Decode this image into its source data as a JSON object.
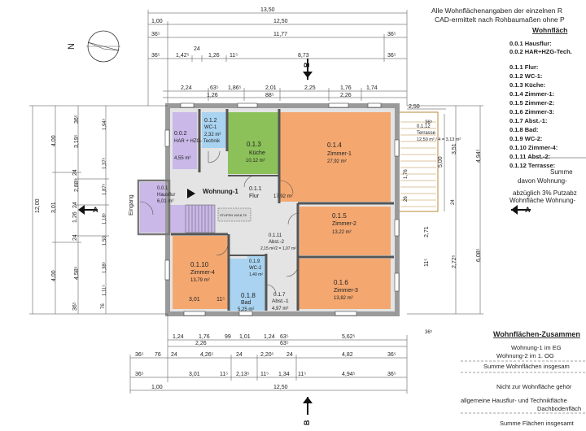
{
  "header": {
    "line1": "Alle Wohnflächenangaben der einzelnen R",
    "line2": "CAD-ermittelt nach Rohbaumaßen ohne P",
    "legend_title": "Wohnfläch"
  },
  "compass_label": "N",
  "section_marks": [
    "B",
    "B",
    "A",
    "A"
  ],
  "entrance_label": "Eingang",
  "apartment_label": "Wohnung-1",
  "top_dims": {
    "row1": [
      "13,50"
    ],
    "row2": [
      "1,00",
      "12,50"
    ],
    "row3": [
      "36⁵",
      "11,77",
      "36⁵"
    ],
    "row4": [
      "36⁵",
      "1,42⁵",
      "24",
      "1,26",
      "11⁵",
      "8,73",
      "36⁵"
    ],
    "row5": [
      "2,24",
      "63⁵",
      "1,86⁵",
      "2,01",
      "2,25",
      "1,76",
      "1,74"
    ],
    "row6": [
      "1,26",
      "88⁵",
      "2,26"
    ]
  },
  "bottom_dims": {
    "row1": [
      "1,24",
      "1,76",
      "99",
      "1,01",
      "1,24",
      "63⁵",
      "5,62⁵"
    ],
    "row2": [
      "2,26",
      "63⁵"
    ],
    "row3": [
      "36⁵",
      "76",
      "24",
      "4,26⁵",
      "24",
      "2,20⁵",
      "24",
      "4,82",
      "36⁵"
    ],
    "row4": [
      "36⁵",
      "3,01",
      "11⁵",
      "2,13⁵",
      "11⁵",
      "1,34",
      "11⁵",
      "4,94⁵",
      "36⁵"
    ],
    "row5": [
      "1,00",
      "12,50"
    ]
  },
  "left_dims": {
    "total": "12,00",
    "col1": [
      "4,00",
      "3,01",
      "4,00"
    ],
    "col2": [
      "36⁵",
      "3,19⁵",
      "24",
      "2,88⁵",
      "24",
      "1,26",
      "24",
      "4,58⁵",
      "36⁵"
    ],
    "col3": [
      "1,94⁵",
      "1,37⁵",
      "1,87⁵",
      "1,18⁵",
      "1,50",
      "1,38⁵",
      "1,11⁵",
      "76"
    ]
  },
  "right_dims": {
    "col1": [
      "2,50",
      "5,00"
    ],
    "col2": [
      "3,51",
      "1,76",
      "26",
      "2,71",
      "11⁵",
      "2,72⁵"
    ],
    "col3": [
      "4,94⁵",
      "24",
      "6,08⁵",
      "36⁵",
      "36⁵"
    ]
  },
  "rooms": [
    {
      "id": "0.0.2",
      "name": "HAR + HZG- Technik",
      "area": "4,55 m²",
      "color": "#c9b8e8"
    },
    {
      "id": "0.1.2",
      "name": "WC-1",
      "area": "2,32 m²",
      "color": "#a9d3f0"
    },
    {
      "id": "0.1.3",
      "name": "Küche",
      "area": "10,12 m²",
      "color": "#8cc15a"
    },
    {
      "id": "0.1.4",
      "name": "Zimmer-1",
      "area": "27,92 m²",
      "color": "#f4a870"
    },
    {
      "id": "0.1.12",
      "name": "Terrasse",
      "area": "12,50 m² / 4 = 3,13 m²",
      "color": "#ffffff"
    },
    {
      "id": "0.0.1",
      "name": "Hausflur",
      "area": "6,01 m²",
      "color": "#c9b8e8"
    },
    {
      "id": "0.1.1",
      "name": "Flur",
      "area": "17,92 m²",
      "color": "#d9d9d9"
    },
    {
      "id": "0.1.5",
      "name": "Zimmer-2",
      "area": "13,22 m²",
      "color": "#f4a870"
    },
    {
      "id": "0.1.11",
      "name": "Abst.-2",
      "area": "2,15 m²/2 = 1,07 m²",
      "color": "#d9d9d9"
    },
    {
      "id": "0.1.10",
      "name": "Zimmer-4",
      "area": "13,79 m²",
      "color": "#f4a870"
    },
    {
      "id": "0.1.9",
      "name": "WC-2",
      "area": "1,40 m²",
      "color": "#a9d3f0"
    },
    {
      "id": "0.1.8",
      "name": "Bad",
      "area": "5,25 m²",
      "color": "#a9d3f0"
    },
    {
      "id": "0.1.7",
      "name": "Abst.-1",
      "area": "4,97 m²",
      "color": "#d9d9d9"
    },
    {
      "id": "0.1.6",
      "name": "Zimmer-3",
      "area": "13,82 m²",
      "color": "#f4a870"
    }
  ],
  "interior_labels": {
    "kitchen_dim": "3,01",
    "bath_dim": "11⁵",
    "stair": "STUFEN 16/18,75"
  },
  "legend_items": [
    "0.0.1 Hausflur:",
    "0.0.2 HAR+HZG-Tech.",
    "0.1.1 Flur:",
    "0.1.2 WC-1:",
    "0.1.3 Küche:",
    "0.1.4 Zimmer-1:",
    "0.1.5 Zimmer-2:",
    "0.1.6 Zimmer-3:",
    "0.1.7 Abst.-1:",
    "0.1.8 Bad:",
    "0.1.9 WC-2:",
    "0.1.10 Zimmer-4:",
    "0.1.11 Abst.-2:",
    "0.1.12 Terrasse:"
  ],
  "summary": {
    "sum_label": "Summe",
    "davon": "davon Wohnung-",
    "putz": "abzüglich 3% Putzabz",
    "wohnflaeche": "Wohnfläche Wohnung-"
  },
  "bottom_panel": {
    "title": "Wohnflächen-Zusammen",
    "w1": "Wohnung-1 im EG",
    "w2": "Wohnung-2 im 1. OG",
    "sum_all": "Summe Wohnflächen insgesam",
    "not_counted": "Nicht zur Wohnfläche gehör",
    "common1": "allgemeine Hausflur- und Technikfläche",
    "common2": "Dachbodenfläch",
    "total": "Summe Flächen insgesamt"
  }
}
